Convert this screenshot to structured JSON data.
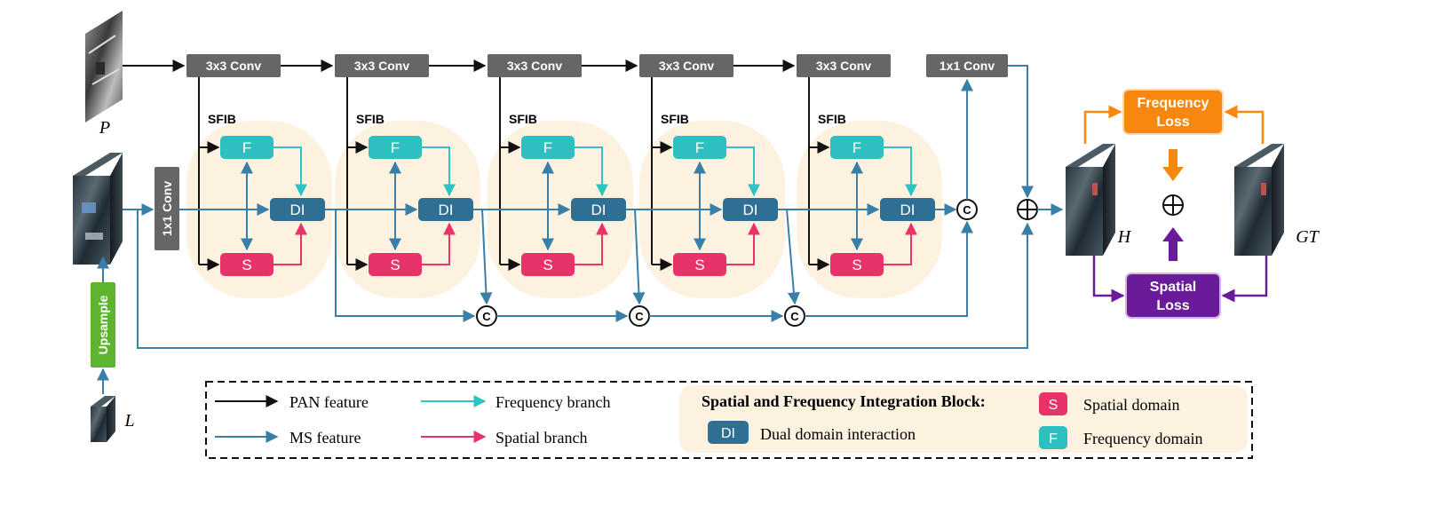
{
  "inputs": {
    "pan": "P",
    "ms_lr": "L",
    "upsample": "Upsample"
  },
  "conv": {
    "c3x3": "3x3 Conv",
    "c1x1": "1x1 Conv"
  },
  "block": {
    "name": "SFIB",
    "freq": "F",
    "spatial": "S",
    "di": "DI",
    "concat": "C"
  },
  "outputs": {
    "h": "H",
    "gt": "GT",
    "freq_loss_line1": "Frequency",
    "freq_loss_line2": "Loss",
    "spatial_loss_line1": "Spatial",
    "spatial_loss_line2": "Loss"
  },
  "legend": {
    "pan_feature": "PAN feature",
    "ms_feature": "MS feature",
    "frequency_branch": "Frequency branch",
    "spatial_branch": "Spatial branch",
    "sfib_title": "Spatial and Frequency Integration Block:",
    "di_label": "Dual domain interaction",
    "s_label": "Spatial domain",
    "f_label": "Frequency domain"
  },
  "colors": {
    "pan_arrow": "#111111",
    "ms_arrow": "#3a7fa8",
    "freq_arrow": "#2ec4c4",
    "spatial_arrow": "#e8336a",
    "conv_box": "#666666",
    "f_box": "#2ec0c0",
    "s_box": "#e8336a",
    "di_box": "#2e6f93",
    "sfib_bg": "#fdf1e0",
    "upsample_box": "#5cb52d",
    "freq_loss_box": "#f7870f",
    "spatial_loss_box": "#6a1b9a"
  }
}
